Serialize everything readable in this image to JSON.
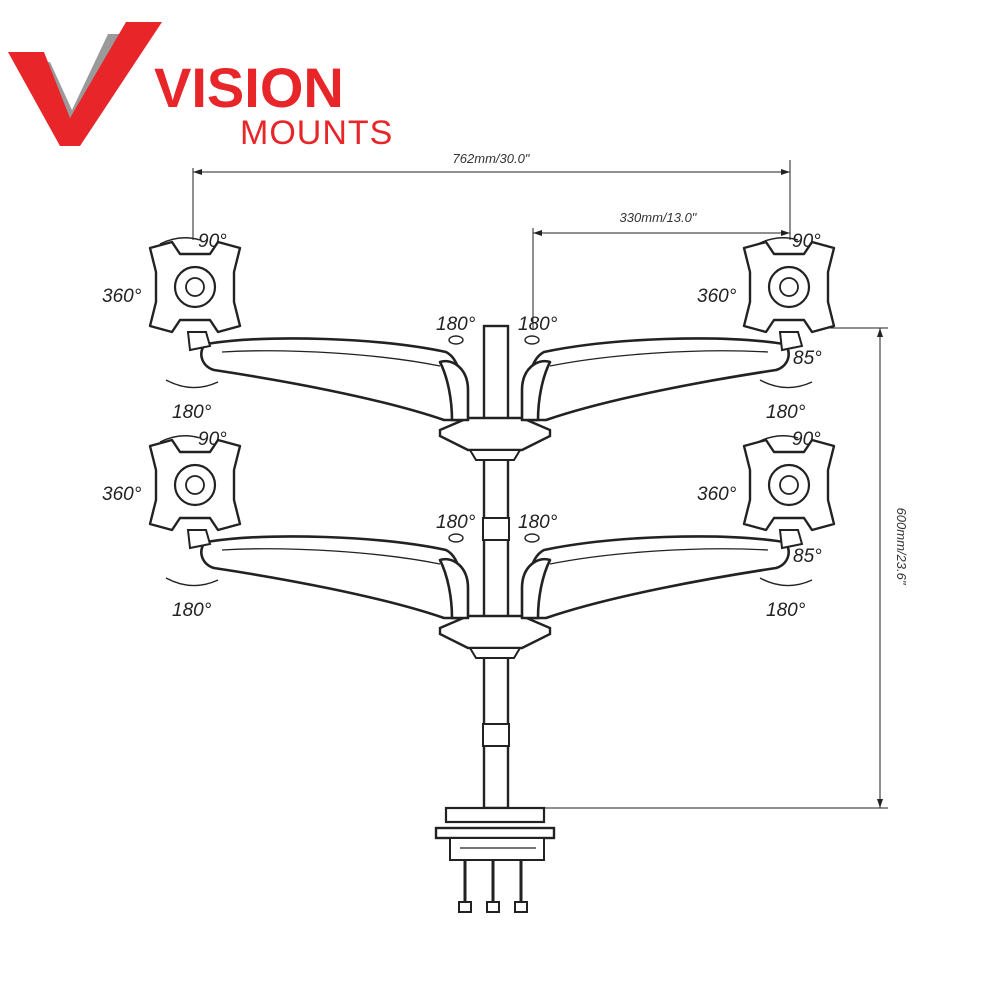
{
  "brand": {
    "name": "VISION",
    "sub": "MOUNTS",
    "color": "#e8262a",
    "mark_gray": "#9a9a9a"
  },
  "dimensions": {
    "overall_width": "762mm/30.0\"",
    "arm_reach": "330mm/13.0\"",
    "pole_height": "600mm/23.6\""
  },
  "angles": {
    "tilt": "90°",
    "rotate": "360°",
    "swivel": "180°",
    "arm_tilt": "85°"
  },
  "colors": {
    "line": "#222222",
    "background": "#ffffff"
  }
}
